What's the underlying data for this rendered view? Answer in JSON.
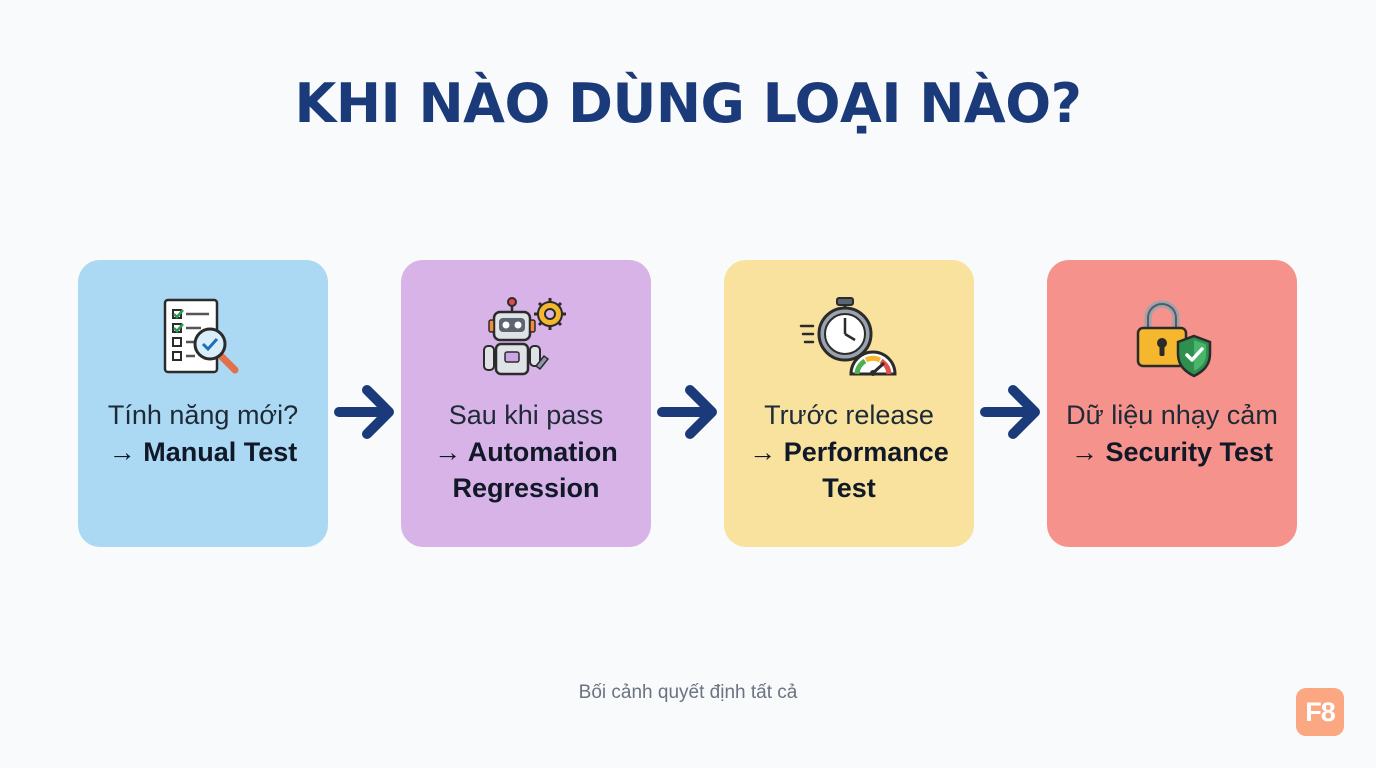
{
  "title": "KHI NÀO DÙNG LOẠI NÀO?",
  "cards": [
    {
      "question": "Tính năng mới?",
      "answer": "→ Manual Test",
      "icon": "checklist-magnifier-icon",
      "color": "#abd9f3"
    },
    {
      "question": "Sau khi pass",
      "answer": "→ Automation Regression",
      "icon": "robot-gear-icon",
      "color": "#d8b3e8"
    },
    {
      "question": "Trước release",
      "answer": "→ Performance Test",
      "icon": "stopwatch-gauge-icon",
      "color": "#f8e29d"
    },
    {
      "question": "Dữ liệu nhạy cảm",
      "answer": "→ Security Test",
      "icon": "padlock-shield-icon",
      "color": "#f5928b"
    }
  ],
  "footer": "Bối cảnh quyết định tất cả",
  "logo": "F8",
  "colors": {
    "title": "#1b3a7a",
    "arrow": "#1b3a7a",
    "logo_bg": "#fba882"
  }
}
